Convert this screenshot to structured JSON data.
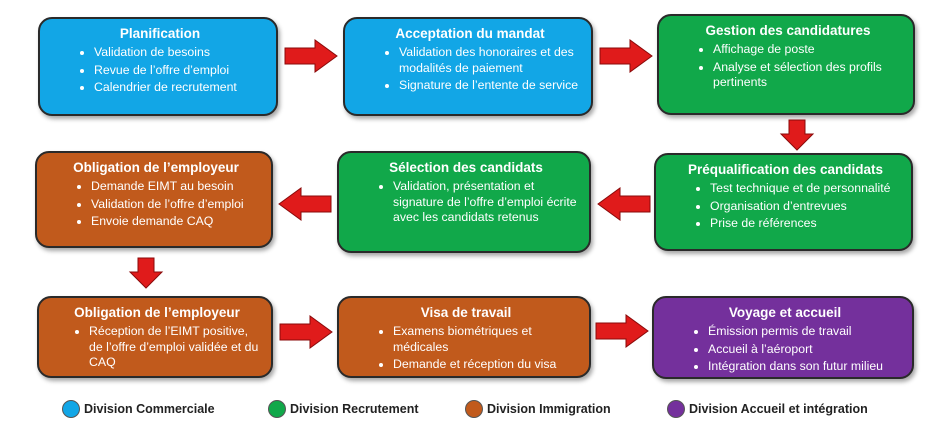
{
  "boxes": [
    {
      "title": "Planification",
      "items": [
        "Validation de besoins",
        "Revue de l’offre d’emploi",
        "Calendrier de recrutement"
      ]
    },
    {
      "title": "Acceptation du mandat",
      "items": [
        "Validation des honoraires et des modalités de paiement",
        "Signature de l’entente de service"
      ]
    },
    {
      "title": "Gestion des candidatures",
      "items": [
        "Affichage de poste",
        "Analyse et sélection des profils pertinents"
      ]
    },
    {
      "title": "Obligation de l’employeur",
      "items": [
        "Demande EIMT au besoin",
        "Validation de l’offre d’emploi",
        "Envoie demande CAQ"
      ]
    },
    {
      "title": "Sélection des candidats",
      "items": [
        "Validation, présentation et signature de l’offre d’emploi écrite avec les candidats retenus"
      ]
    },
    {
      "title": "Préqualification des candidats",
      "items": [
        "Test technique et de personnalité",
        "Organisation d’entrevues",
        "Prise de références"
      ]
    },
    {
      "title": "Obligation de l’employeur",
      "items": [
        "Réception de l’EIMT positive, de l’offre d’emploi validée et du CAQ"
      ]
    },
    {
      "title": "Visa de travail",
      "items": [
        "Examens biométriques et médicales",
        "Demande et réception du visa"
      ]
    },
    {
      "title": "Voyage et accueil",
      "items": [
        "Émission permis de travail",
        "Accueil à l’aéroport",
        "Intégration dans son futur milieu"
      ]
    }
  ],
  "legend": [
    {
      "label": "Division Commerciale",
      "color": "#12a6e6"
    },
    {
      "label": "Division Recrutement",
      "color": "#11a84a"
    },
    {
      "label": "Division Immigration",
      "color": "#c15a1c"
    },
    {
      "label": "Division Accueil et intégration",
      "color": "#74309c"
    }
  ],
  "colors": {
    "arrow": "#e01b1b"
  }
}
